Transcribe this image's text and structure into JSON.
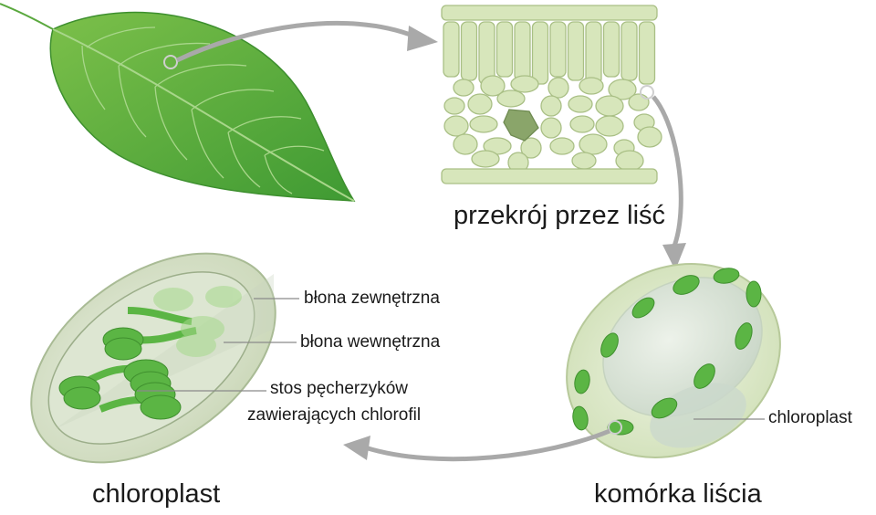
{
  "labels": {
    "leaf_cross_section": "przekrój przez liść",
    "leaf_cell": "komórka liścia",
    "chloroplast_main": "chloroplast",
    "cell_chloroplast": "chloroplast",
    "outer_membrane": "błona zewnętrzna",
    "inner_membrane": "błona wewnętrzna",
    "thylakoid_stack_line1": "stos pęcherzyków",
    "thylakoid_stack_line2": "zawierających chlorofil"
  },
  "colors": {
    "leaf_green": "#4fa83a",
    "leaf_light": "#8cc85a",
    "cell_fill": "#dce8c6",
    "cell_stroke": "#b7c99a",
    "chloroplast_green": "#5bb544",
    "arrow_gray": "#a9a9a9",
    "leader_gray": "#8a8a8a"
  }
}
